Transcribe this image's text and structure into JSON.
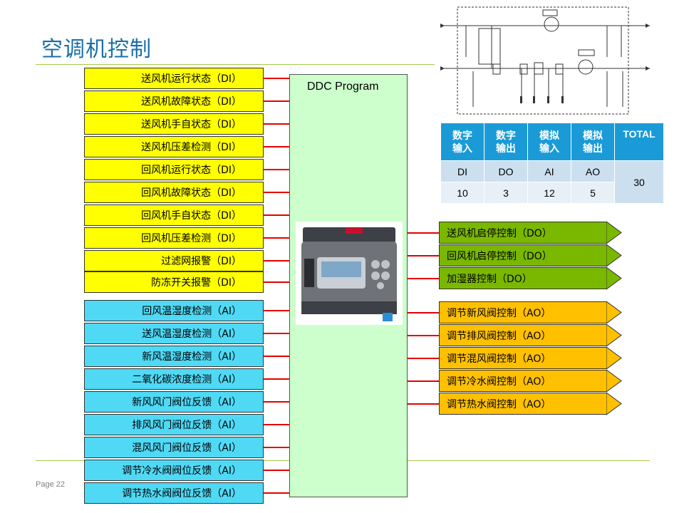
{
  "title": "空调机控制",
  "page_label": "Page 22",
  "ddc_label": "DDC Program",
  "inputs_di": [
    "送风机运行状态（DI）",
    "送风机故障状态（DI）",
    "送风机手自状态（DI）",
    "送风机压差检测（DI）",
    "回风机运行状态（DI）",
    "回风机故障状态（DI）",
    "回风机手自状态（DI）",
    "回风机压差检测（DI）",
    "过滤网报警（DI）",
    "防冻开关报警（DI）"
  ],
  "inputs_ai": [
    "回风温湿度检测（AI）",
    "送风温湿度检测（AI）",
    "新风温湿度检测（AI）",
    "二氧化碳浓度检测（AI）",
    "新风风门阀位反馈（AI）",
    "排风风门阀位反馈（AI）",
    "混风风门阀位反馈（AI）",
    "调节冷水阀阀位反馈（AI）",
    "调节热水阀阀位反馈（AI）"
  ],
  "outputs_do": [
    "送风机启停控制（DO）",
    "回风机启停控制（DO）",
    "加湿器控制（DO）"
  ],
  "outputs_ao": [
    "调节新风阀控制（AO）",
    "调节排风阀控制（AO）",
    "调节混风阀控制（AO）",
    "调节冷水阀控制（AO）",
    "调节热水阀控制（AO）"
  ],
  "io_table": {
    "headers": [
      "数字\n输入",
      "数字\n输出",
      "模拟\n输入",
      "模拟\n输出",
      "TOTAL"
    ],
    "row1": [
      "DI",
      "DO",
      "AI",
      "AO"
    ],
    "row2": [
      "10",
      "3",
      "12",
      "5"
    ],
    "total": "30"
  },
  "colors": {
    "title": "#1a6fa6",
    "di": "#ffff00",
    "ai": "#4fd9f5",
    "do": "#7ab800",
    "ao": "#ffc000",
    "wire": "#e60000",
    "ddc": "#ccffcc",
    "table_header": "#1a9bd7"
  }
}
